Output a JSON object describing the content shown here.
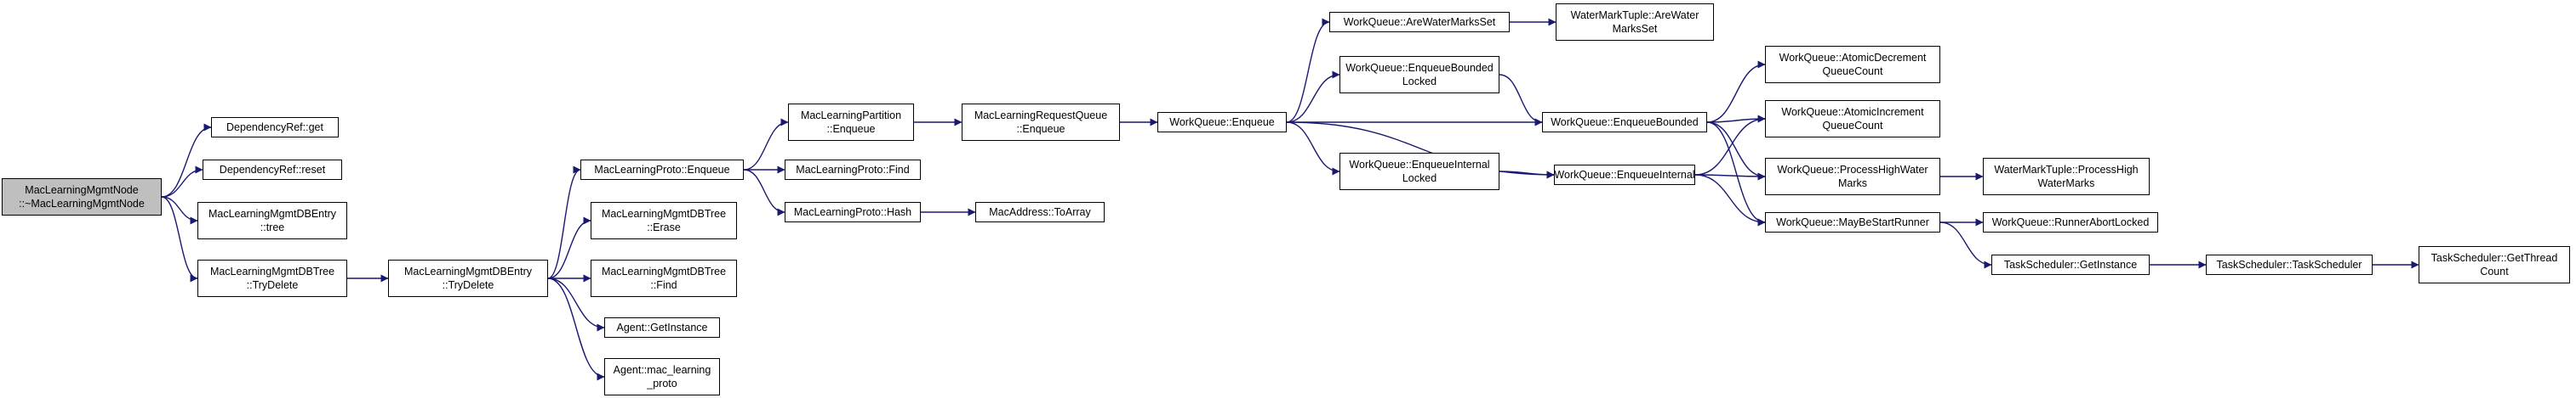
{
  "diagram": {
    "type": "call-graph",
    "edge_color": "#191970",
    "root_fill": "#bfbfbf",
    "nodes": [
      {
        "id": "root",
        "label": "MacLearningMgmtNode\n::~MacLearningMgmtNode",
        "root": true
      },
      {
        "id": "dep_get",
        "label": "DependencyRef::get"
      },
      {
        "id": "dep_reset",
        "label": "DependencyRef::reset"
      },
      {
        "id": "entry_tree",
        "label": "MacLearningMgmtDBEntry\n::tree"
      },
      {
        "id": "tree_trydelete",
        "label": "MacLearningMgmtDBTree\n::TryDelete"
      },
      {
        "id": "entry_trydelete",
        "label": "MacLearningMgmtDBEntry\n::TryDelete"
      },
      {
        "id": "proto_enqueue",
        "label": "MacLearningProto::Enqueue"
      },
      {
        "id": "tree_erase",
        "label": "MacLearningMgmtDBTree\n::Erase"
      },
      {
        "id": "tree_find",
        "label": "MacLearningMgmtDBTree\n::Find"
      },
      {
        "id": "agent_getinstance",
        "label": "Agent::GetInstance"
      },
      {
        "id": "agent_mac",
        "label": "Agent::mac_learning\n_proto"
      },
      {
        "id": "partition_enqueue",
        "label": "MacLearningPartition\n::Enqueue"
      },
      {
        "id": "proto_find",
        "label": "MacLearningProto::Find"
      },
      {
        "id": "proto_hash",
        "label": "MacLearningProto::Hash"
      },
      {
        "id": "reqqueue_enqueue",
        "label": "MacLearningRequestQueue\n::Enqueue"
      },
      {
        "id": "macaddr_toarray",
        "label": "MacAddress::ToArray"
      },
      {
        "id": "wq_enqueue",
        "label": "WorkQueue::Enqueue"
      },
      {
        "id": "wq_arewatermarksset",
        "label": "WorkQueue::AreWaterMarksSet"
      },
      {
        "id": "wq_enqbounded_locked",
        "label": "WorkQueue::EnqueueBounded\nLocked"
      },
      {
        "id": "wq_enqinternal_locked",
        "label": "WorkQueue::EnqueueInternal\nLocked"
      },
      {
        "id": "wq_enqbounded",
        "label": "WorkQueue::EnqueueBounded"
      },
      {
        "id": "wq_enqinternal",
        "label": "WorkQueue::EnqueueInternal"
      },
      {
        "id": "wmt_arewater",
        "label": "WaterMarkTuple::AreWater\nMarksSet"
      },
      {
        "id": "wq_atomic_dec",
        "label": "WorkQueue::AtomicDecrement\nQueueCount"
      },
      {
        "id": "wq_atomic_inc",
        "label": "WorkQueue::AtomicIncrement\nQueueCount"
      },
      {
        "id": "wq_processhigh",
        "label": "WorkQueue::ProcessHighWater\nMarks"
      },
      {
        "id": "wq_maybestart",
        "label": "WorkQueue::MayBeStartRunner"
      },
      {
        "id": "wmt_processhigh",
        "label": "WaterMarkTuple::ProcessHigh\nWaterMarks"
      },
      {
        "id": "wq_runnerabort",
        "label": "WorkQueue::RunnerAbortLocked"
      },
      {
        "id": "ts_getinstance",
        "label": "TaskScheduler::GetInstance"
      },
      {
        "id": "ts_ctor",
        "label": "TaskScheduler::TaskScheduler"
      },
      {
        "id": "ts_getthreadcount",
        "label": "TaskScheduler::GetThread\nCount"
      }
    ],
    "edges": [
      [
        "root",
        "dep_get"
      ],
      [
        "root",
        "dep_reset"
      ],
      [
        "root",
        "entry_tree"
      ],
      [
        "root",
        "tree_trydelete"
      ],
      [
        "tree_trydelete",
        "entry_trydelete"
      ],
      [
        "entry_trydelete",
        "proto_enqueue"
      ],
      [
        "entry_trydelete",
        "tree_erase"
      ],
      [
        "entry_trydelete",
        "tree_find"
      ],
      [
        "entry_trydelete",
        "agent_getinstance"
      ],
      [
        "entry_trydelete",
        "agent_mac"
      ],
      [
        "proto_enqueue",
        "partition_enqueue"
      ],
      [
        "proto_enqueue",
        "proto_find"
      ],
      [
        "proto_enqueue",
        "proto_hash"
      ],
      [
        "partition_enqueue",
        "reqqueue_enqueue"
      ],
      [
        "proto_hash",
        "macaddr_toarray"
      ],
      [
        "reqqueue_enqueue",
        "wq_enqueue"
      ],
      [
        "wq_enqueue",
        "wq_arewatermarksset"
      ],
      [
        "wq_enqueue",
        "wq_enqbounded_locked"
      ],
      [
        "wq_enqueue",
        "wq_enqbounded"
      ],
      [
        "wq_enqueue",
        "wq_enqinternal_locked"
      ],
      [
        "wq_enqueue",
        "wq_enqinternal"
      ],
      [
        "wq_arewatermarksset",
        "wmt_arewater"
      ],
      [
        "wq_enqbounded_locked",
        "wq_enqbounded"
      ],
      [
        "wq_enqinternal_locked",
        "wq_enqinternal"
      ],
      [
        "wq_enqbounded",
        "wq_atomic_dec"
      ],
      [
        "wq_enqbounded",
        "wq_atomic_inc"
      ],
      [
        "wq_enqbounded",
        "wq_processhigh"
      ],
      [
        "wq_enqbounded",
        "wq_maybestart"
      ],
      [
        "wq_enqinternal",
        "wq_atomic_inc"
      ],
      [
        "wq_enqinternal",
        "wq_processhigh"
      ],
      [
        "wq_enqinternal",
        "wq_maybestart"
      ],
      [
        "wq_processhigh",
        "wmt_processhigh"
      ],
      [
        "wq_maybestart",
        "wq_runnerabort"
      ],
      [
        "wq_maybestart",
        "ts_getinstance"
      ],
      [
        "ts_getinstance",
        "ts_ctor"
      ],
      [
        "ts_ctor",
        "ts_getthreadcount"
      ]
    ]
  }
}
